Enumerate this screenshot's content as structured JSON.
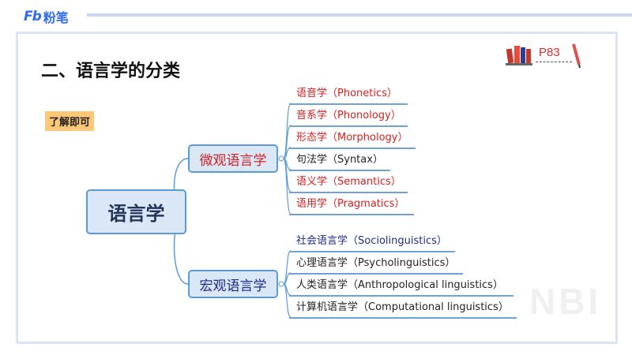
{
  "brand": {
    "mark": "Fb",
    "name": "粉笔"
  },
  "title": "二、语言学的分类",
  "badge": "了解即可",
  "page_ref": "P83",
  "watermark": "NBI",
  "diagram": {
    "root": "语言学",
    "branches": [
      {
        "label": "微观语言学",
        "color": "#d42020",
        "children": [
          {
            "label": "语音学（Phonetics）",
            "color": "#d42020"
          },
          {
            "label": "音系学（Phonology）",
            "color": "#d42020"
          },
          {
            "label": "形态学（Morphology）",
            "color": "#d42020"
          },
          {
            "label": "句法学（Syntax）",
            "color": "#222222"
          },
          {
            "label": "语义学（Semantics）",
            "color": "#d42020"
          },
          {
            "label": "语用学（Pragmatics）",
            "color": "#d42020"
          }
        ]
      },
      {
        "label": "宏观语言学",
        "color": "#1e2a8a",
        "children": [
          {
            "label": "社会语言学（Sociolinguistics）",
            "color": "#1e2a8a"
          },
          {
            "label": "心理语言学（Psycholinguistics）",
            "color": "#222222"
          },
          {
            "label": "人类语言学（Anthropological linguistics）",
            "color": "#222222"
          },
          {
            "label": "计算机语言学（Computational linguistics）",
            "color": "#222222"
          }
        ]
      }
    ]
  }
}
